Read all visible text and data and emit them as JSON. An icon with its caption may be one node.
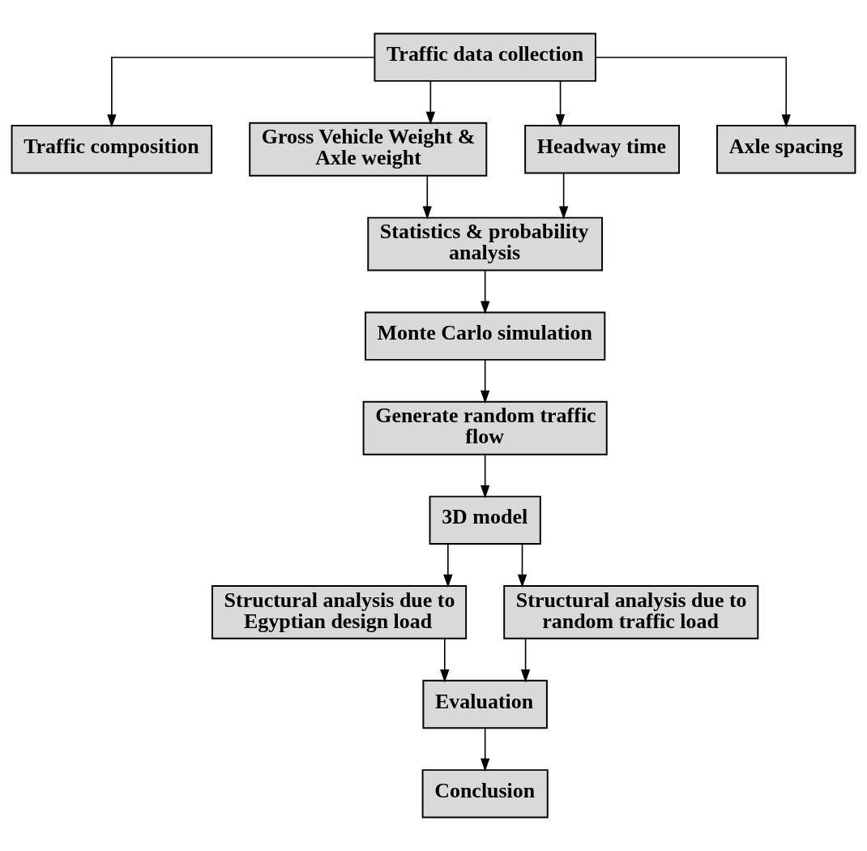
{
  "diagram": {
    "nodes": [
      {
        "text": [
          "Traffic data collection"
        ]
      },
      {
        "text": [
          "Traffic composition"
        ]
      },
      {
        "text": [
          "Gross Vehicle Weight & Axle weight"
        ]
      },
      {
        "text": [
          "Headway time"
        ]
      },
      {
        "text": [
          "Axle spacing"
        ]
      },
      {
        "text": [
          "Statistics & probability analysis"
        ]
      },
      {
        "text": [
          "Monte Carlo simulation"
        ]
      },
      {
        "text": [
          "Generate random traffic flow"
        ]
      },
      {
        "text": [
          "3D model"
        ]
      },
      {
        "text": [
          "Structural analysis due to Egyptian design load"
        ]
      },
      {
        "text": [
          "Structural analysis due to random traffic load"
        ]
      },
      {
        "text": [
          "Evaluation"
        ]
      },
      {
        "text": [
          "Conclusion"
        ]
      }
    ],
    "edges": [
      {
        "from": 0,
        "to": 1,
        "arrow": "to"
      },
      {
        "from": 0,
        "to": 2,
        "arrow": "to"
      },
      {
        "from": 0,
        "to": 3,
        "arrow": "to"
      },
      {
        "from": 0,
        "to": 4,
        "arrow": "to"
      },
      {
        "from": 2,
        "to": 5,
        "arrow": "to"
      },
      {
        "from": 3,
        "to": 5,
        "arrow": "to"
      },
      {
        "from": 5,
        "to": 6,
        "arrow": "to"
      },
      {
        "from": 6,
        "to": 7,
        "arrow": "to"
      },
      {
        "from": 7,
        "to": 8,
        "arrow": "to"
      },
      {
        "from": 8,
        "to": 9,
        "arrow": "to"
      },
      {
        "from": 8,
        "to": 10,
        "arrow": "to"
      },
      {
        "from": 9,
        "to": 11,
        "arrow": "to"
      },
      {
        "from": 10,
        "to": 11,
        "arrow": "to"
      },
      {
        "from": 11,
        "to": 12,
        "arrow": "to"
      }
    ]
  }
}
